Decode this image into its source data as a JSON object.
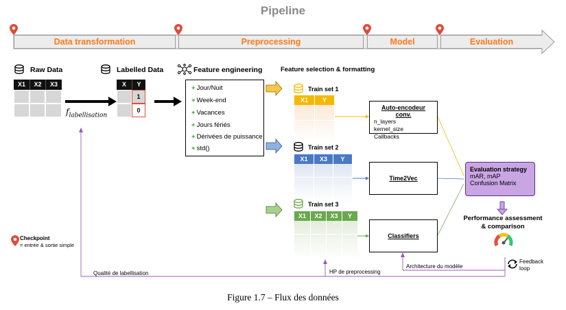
{
  "title": "Pipeline",
  "phases": [
    "Data transformation",
    "Preprocessing",
    "Model",
    "Evaluation"
  ],
  "raw_data": {
    "title": "Raw Data",
    "headers": [
      "X1",
      "X2",
      "X3"
    ]
  },
  "labelling_fn": "f",
  "labelling_sub": "labellisation",
  "labelled_data": {
    "title": "Labelled Data",
    "headers": [
      "X",
      "Y"
    ],
    "values": [
      "1",
      "0"
    ]
  },
  "feature_engineering": {
    "title": "Feature engineering",
    "items": [
      "Jour/Nuit",
      "Week-end",
      "Vacances",
      "Jours fériés",
      "Dérivées de puissance",
      "std()"
    ]
  },
  "feature_selection_title": "Feature selection & formatting",
  "train_sets": [
    {
      "title": "Train set 1",
      "headers": [
        "X1",
        "Y"
      ],
      "color": "#f5b800",
      "light": "#fbe3cc"
    },
    {
      "title": "Train set 2",
      "headers": [
        "X1",
        "X3",
        "Y"
      ],
      "color": "#4a78c4",
      "light": "#d7e0ef"
    },
    {
      "title": "Train set 3",
      "headers": [
        "X1",
        "X2",
        "X3",
        "Y"
      ],
      "color": "#6aa84f",
      "light": "#dde8d5"
    }
  ],
  "models": {
    "autoencoder": {
      "title": "Auto-encodeur conv.",
      "lines": [
        "n_layers",
        "kernel_size",
        "Callbacks"
      ]
    },
    "time2vec": "Time2Vec",
    "classifiers": "Classifiers"
  },
  "evaluation": {
    "title": "Evaluation strategy",
    "lines": [
      "mAR, mAP",
      "Confusion Matrix"
    ],
    "assessment": [
      "Performance assessment",
      "& comparison"
    ]
  },
  "checkpoint": {
    "title": "Checkpoint",
    "desc": "= entrée & sortie simple"
  },
  "feedback": [
    "Feedback",
    "loop"
  ],
  "loop_labels": {
    "labelling_quality": "Qualité de labellisation",
    "hp_preprocessing": "HP de preprocessing",
    "architecture": "Architecture du modèle"
  },
  "caption": "Figure 1.7 – Flux des données",
  "colors": {
    "accent": "#ff7a1a",
    "pin": "#e04b3a",
    "loop": "#9b59b6",
    "eval_fill": "#c9a6e3"
  }
}
